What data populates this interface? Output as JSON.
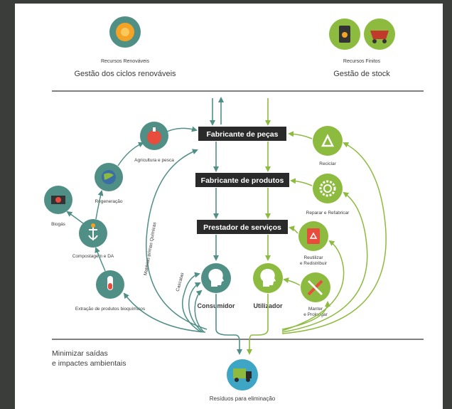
{
  "top": {
    "renewable_resources_label": "Recursos Renováveis",
    "renewable_title": "Gestão dos ciclos renováveis",
    "finite_resources_label": "Recursos Finitos",
    "finite_title": "Gestão de stock"
  },
  "boxes": {
    "parts_maker": "Fabricante de peças",
    "product_maker": "Fabricante de produtos",
    "service_provider": "Prestador de serviços"
  },
  "left_cycle": {
    "agriculture": "Agricultura e pesca",
    "regeneration": "Regeneração",
    "biogas": "Biogás",
    "composting": "Compostagem e DA",
    "extraction": "Extração de produtos bioquímicos",
    "raw_materials": "Matérias-primas Químicas",
    "cascades": "Cascatas",
    "consumer": "Consumidor"
  },
  "right_cycle": {
    "recycle": "Reciclar",
    "repair": "Reparar e Refabricar",
    "reuse_line1": "Reutilizar",
    "reuse_line2": "e Redistribuir",
    "maintain_line1": "Manter",
    "maintain_line2": "e Prolongar",
    "user": "Utilizador"
  },
  "bottom": {
    "minimize_line1": "Minimizar saídas",
    "minimize_line2": "e impactes ambientais",
    "waste": "Resíduos para eliminação"
  },
  "colors": {
    "teal": "#4f8f86",
    "green": "#8dbb3f",
    "box": "#2a2a2a",
    "orange": "#f4a324"
  }
}
